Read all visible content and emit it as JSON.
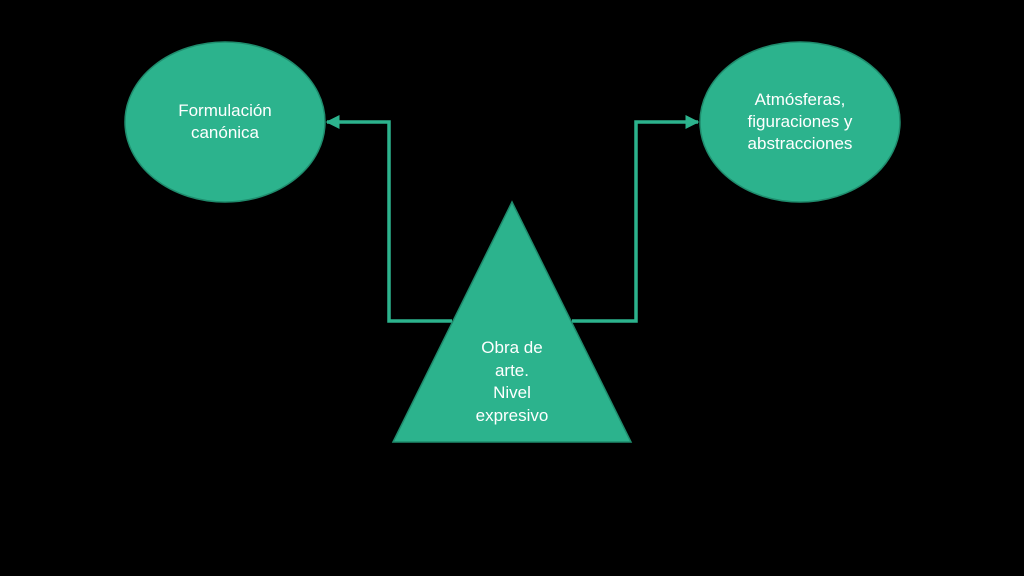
{
  "colors": {
    "background": "#000000",
    "shape_fill": "#2cb38d",
    "shape_stroke": "#1f8c6d",
    "connector": "#2cb38d",
    "text": "#ffffff"
  },
  "nodes": {
    "left": {
      "shape": "ellipse",
      "label": "Formulación\ncanónica"
    },
    "right": {
      "shape": "ellipse",
      "label": "Atmósferas,\nfiguraciones y\nabstracciones"
    },
    "center": {
      "shape": "triangle",
      "label": "Obra de\narte.\nNivel\nexpresivo"
    }
  },
  "edges": [
    {
      "from": "center",
      "to": "left",
      "style": "elbow-arrow"
    },
    {
      "from": "center",
      "to": "right",
      "style": "elbow-arrow"
    }
  ]
}
